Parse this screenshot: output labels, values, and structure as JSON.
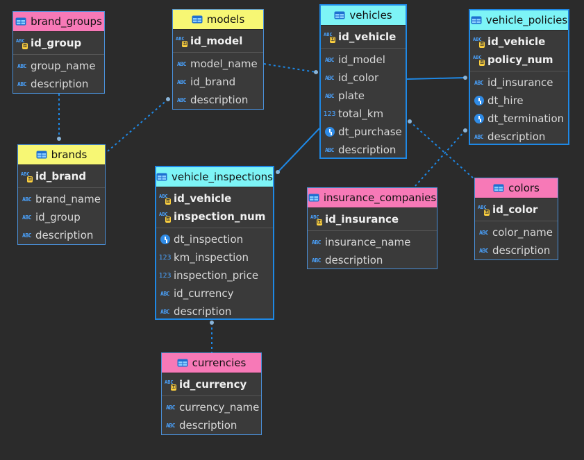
{
  "colors": {
    "background": "#2b2b2b",
    "link": "#1e88e5",
    "header_pink": "#f779b7",
    "header_yellow": "#f7f774",
    "header_cyan": "#7df4f6"
  },
  "icons": {
    "table": "table-icon",
    "string": "abc-icon",
    "number": "123-icon",
    "key": "primary-key-icon",
    "date": "clock-icon"
  },
  "tables": {
    "brand_groups": {
      "name": "brand_groups",
      "pk": [
        "id_group"
      ],
      "cols": [
        "group_name",
        "description"
      ]
    },
    "models": {
      "name": "models",
      "pk": [
        "id_model"
      ],
      "cols": [
        "model_name",
        "id_brand",
        "description"
      ]
    },
    "vehicles": {
      "name": "vehicles",
      "pk": [
        "id_vehicle"
      ],
      "cols": [
        "id_model",
        "id_color",
        "plate",
        "total_km",
        "dt_purchase",
        "description"
      ]
    },
    "vehicle_policies": {
      "name": "vehicle_policies",
      "pk": [
        "id_vehicle",
        "policy_num"
      ],
      "cols": [
        "id_insurance",
        "dt_hire",
        "dt_termination",
        "description"
      ]
    },
    "brands": {
      "name": "brands",
      "pk": [
        "id_brand"
      ],
      "cols": [
        "brand_name",
        "id_group",
        "description"
      ]
    },
    "vehicle_inspections": {
      "name": "vehicle_inspections",
      "pk": [
        "id_vehicle",
        "inspection_num"
      ],
      "cols": [
        "dt_inspection",
        "km_inspection",
        "inspection_price",
        "id_currency",
        "description"
      ]
    },
    "insurance_companies": {
      "name": "insurance_companies",
      "pk": [
        "id_insurance"
      ],
      "cols": [
        "insurance_name",
        "description"
      ]
    },
    "colors": {
      "name": "colors",
      "pk": [
        "id_color"
      ],
      "cols": [
        "color_name",
        "description"
      ]
    },
    "currencies": {
      "name": "currencies",
      "pk": [
        "id_currency"
      ],
      "cols": [
        "currency_name",
        "description"
      ]
    }
  }
}
